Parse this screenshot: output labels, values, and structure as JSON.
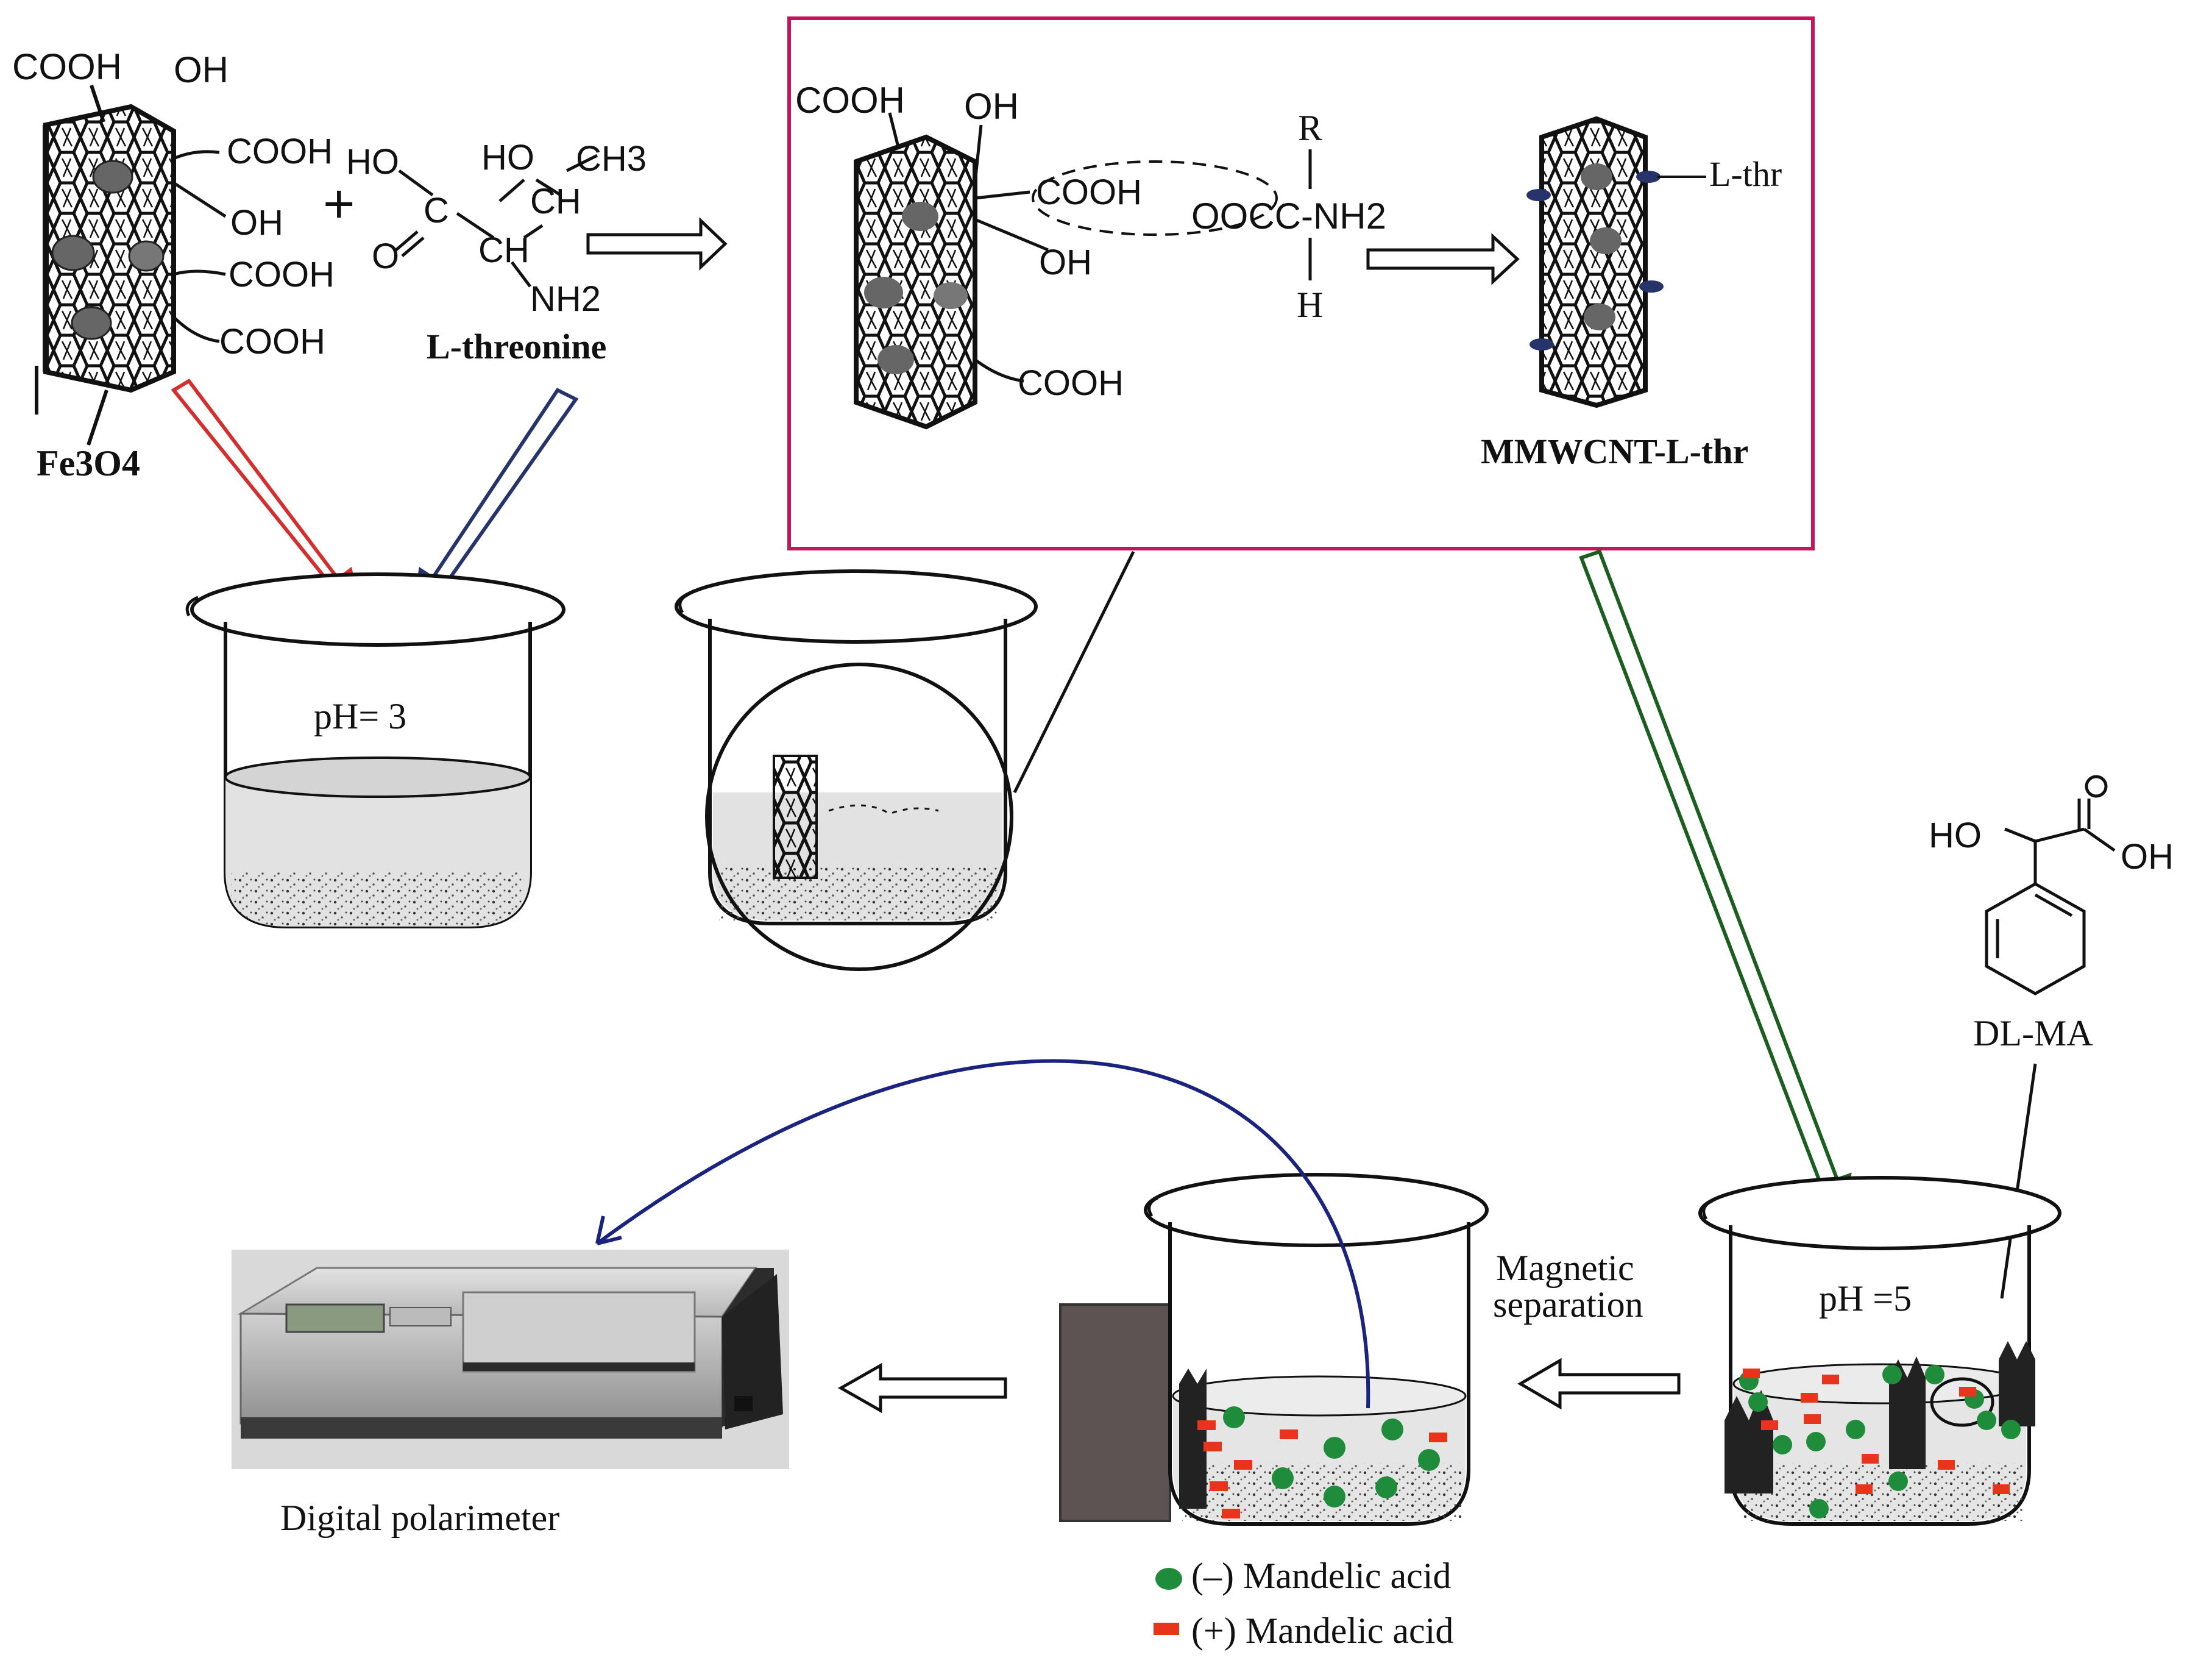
{
  "figure": {
    "cnt_top_groups": {
      "cooh": "COOH",
      "oh": "OH"
    },
    "cnt_side_groups": [
      "COOH",
      "OH",
      "COOH",
      "COOH"
    ],
    "fe3o4": "Fe3O4",
    "plus": "+",
    "threonine": {
      "name": "L-threonine",
      "atoms": {
        "ho1": "HO",
        "ho2": "HO",
        "ch3": "CH3",
        "ch_a": "CH",
        "ch_b": "CH",
        "c": "C",
        "o": "O",
        "nh2": "NH2"
      }
    },
    "reaction_box": {
      "cnt_labels": {
        "cooh_top": "COOH",
        "oh_top": "OH",
        "cooh_mid": "COOH",
        "oh_mid": "OH",
        "cooh_bottom": "COOH"
      },
      "amino_acid": {
        "r": "R",
        "main": "OOCC-NH2",
        "h": "H"
      },
      "product_tag": "L-thr",
      "product_name": "MMWCNT-L-thr",
      "border_color": "#c2185b"
    },
    "beakers": {
      "first_ph": "pH= 3",
      "third_ph": "pH =5"
    },
    "dl_ma": {
      "name": "DL-MA",
      "ho": "HO",
      "oh": "OH",
      "o": "O"
    },
    "magnetic_separation": [
      "Magnetic",
      "separation"
    ],
    "polarimeter_label": "Digital polarimeter",
    "legend": [
      {
        "label": "(–) Mandelic acid",
        "color": "#1f8c3b",
        "shape": "circle"
      },
      {
        "label": "(+) Mandelic acid",
        "color": "#e8341c",
        "shape": "rect"
      }
    ],
    "arrow_colors": {
      "red": "#d32f2f",
      "navy": "#26346b",
      "green": "#1b5e20",
      "curve": "#1a237e"
    }
  }
}
